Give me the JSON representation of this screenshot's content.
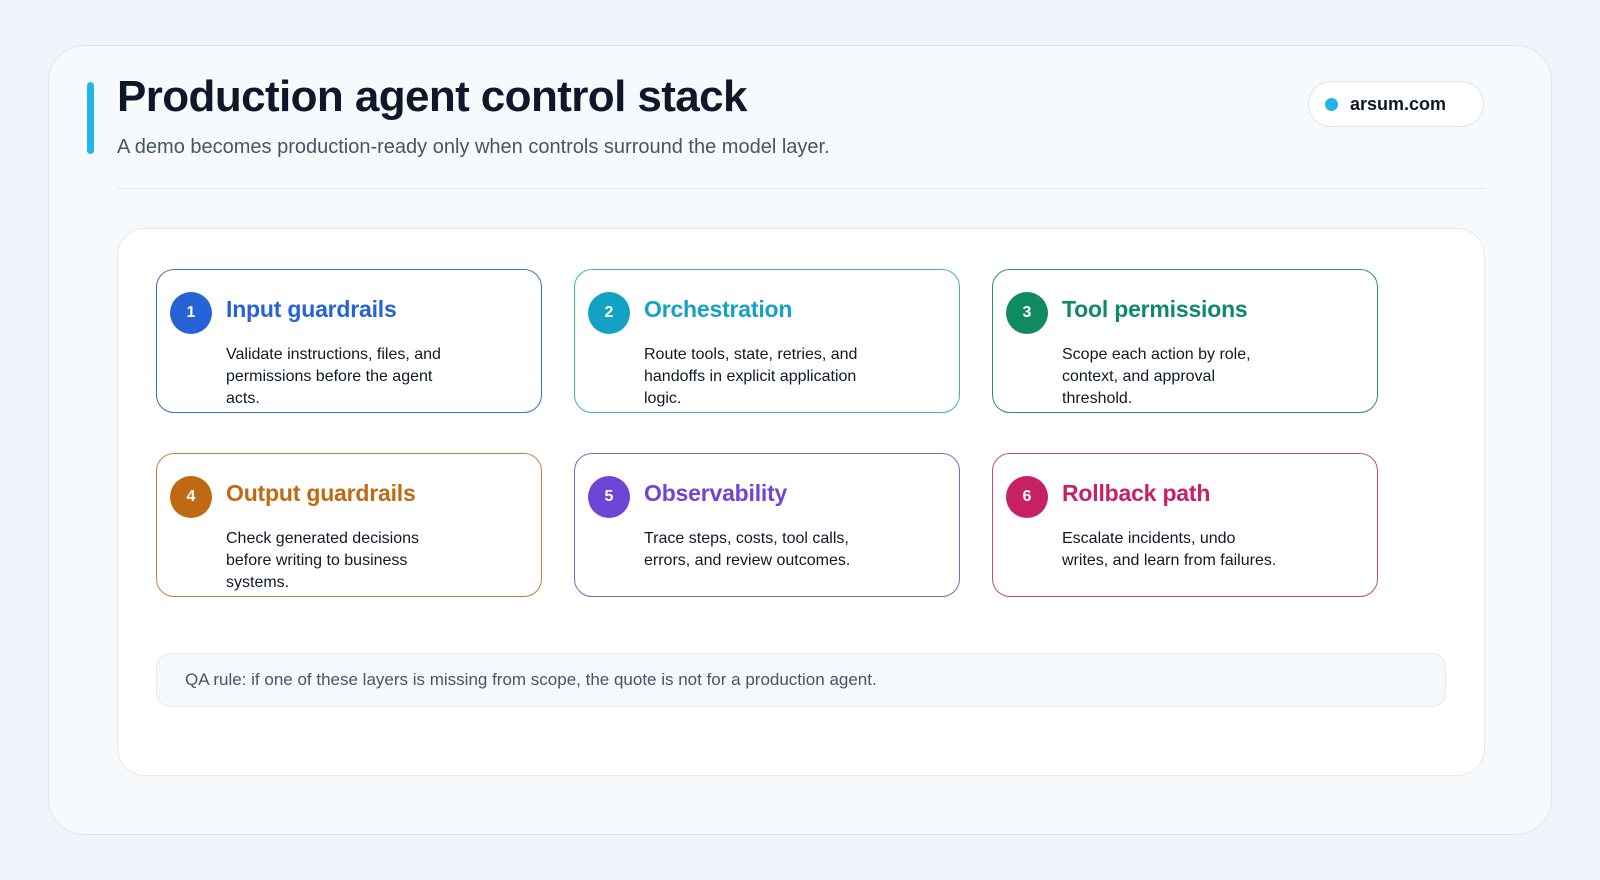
{
  "header": {
    "title": "Production agent control stack",
    "subtitle": "A demo becomes production-ready only when controls surround the model layer.",
    "source": "arsum.com",
    "accent_color": "#22b5e6"
  },
  "layers": [
    {
      "number": "1",
      "title": "Input guardrails",
      "description": "Validate instructions, files, and permissions before the agent acts.",
      "color": "#2563d6",
      "border_color": "#3e6fba"
    },
    {
      "number": "2",
      "title": "Orchestration",
      "description": "Route tools, state, retries, and handoffs in explicit application logic.",
      "color": "#14a2c4",
      "border_color": "#3fb3c2"
    },
    {
      "number": "3",
      "title": "Tool permissions",
      "description": "Scope each action by role, context, and approval threshold.",
      "color": "#0f8a63",
      "border_color": "#2e8f6c"
    },
    {
      "number": "4",
      "title": "Output guardrails",
      "description": "Check generated decisions before writing to business systems.",
      "color": "#c06914",
      "border_color": "#c08534"
    },
    {
      "number": "5",
      "title": "Observability",
      "description": "Trace steps, costs, tool calls, errors, and review outcomes.",
      "color": "#6f45d6",
      "border_color": "#7a66c8"
    },
    {
      "number": "6",
      "title": "Rollback path",
      "description": "Escalate incidents, undo writes, and learn from failures.",
      "color": "#c52164",
      "border_color": "#c44a7a"
    }
  ],
  "qa_note": "QA rule: if one of these layers is missing from scope, the quote is not for a production agent."
}
